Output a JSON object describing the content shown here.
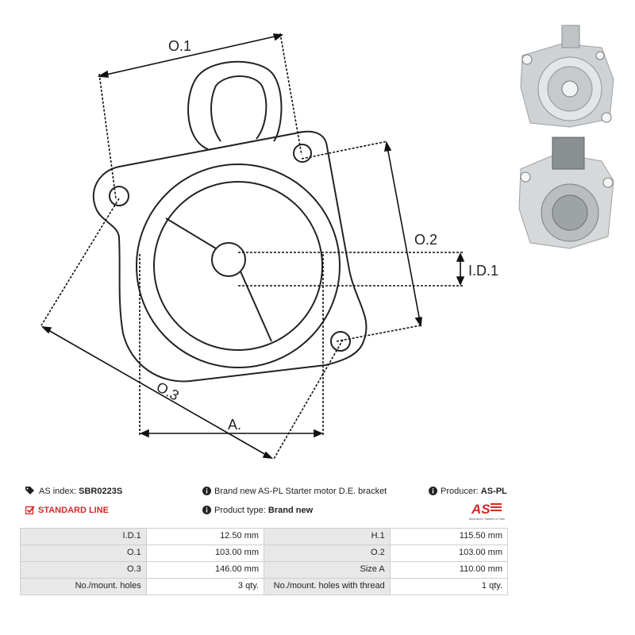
{
  "diagram": {
    "labels": {
      "o1": "O.1",
      "o2": "O.2",
      "o3": "O.3",
      "a": "A.",
      "id1": "I.D.1"
    }
  },
  "info": {
    "index_label": "AS index:",
    "index_value": "SBR0223S",
    "description": "Brand new AS-PL Starter motor D.E. bracket",
    "producer_label": "Producer:",
    "producer_value": "AS-PL",
    "line": "STANDARD LINE",
    "type_label": "Product type:",
    "type_value": "Brand new",
    "logo_text": "AS",
    "logo_tagline": "Alternators, Starters & Parts",
    "accent_color": "#d62828"
  },
  "specs": [
    {
      "k1": "I.D.1",
      "v1": "12.50 mm",
      "k2": "H.1",
      "v2": "115.50 mm"
    },
    {
      "k1": "O.1",
      "v1": "103.00 mm",
      "k2": "O.2",
      "v2": "103.00 mm"
    },
    {
      "k1": "O.3",
      "v1": "146.00 mm",
      "k2": "Size A",
      "v2": "110.00 mm"
    },
    {
      "k1": "No./mount. holes",
      "v1": "3 qty.",
      "k2": "No./mount. holes with thread",
      "v2": "1 qty."
    }
  ]
}
